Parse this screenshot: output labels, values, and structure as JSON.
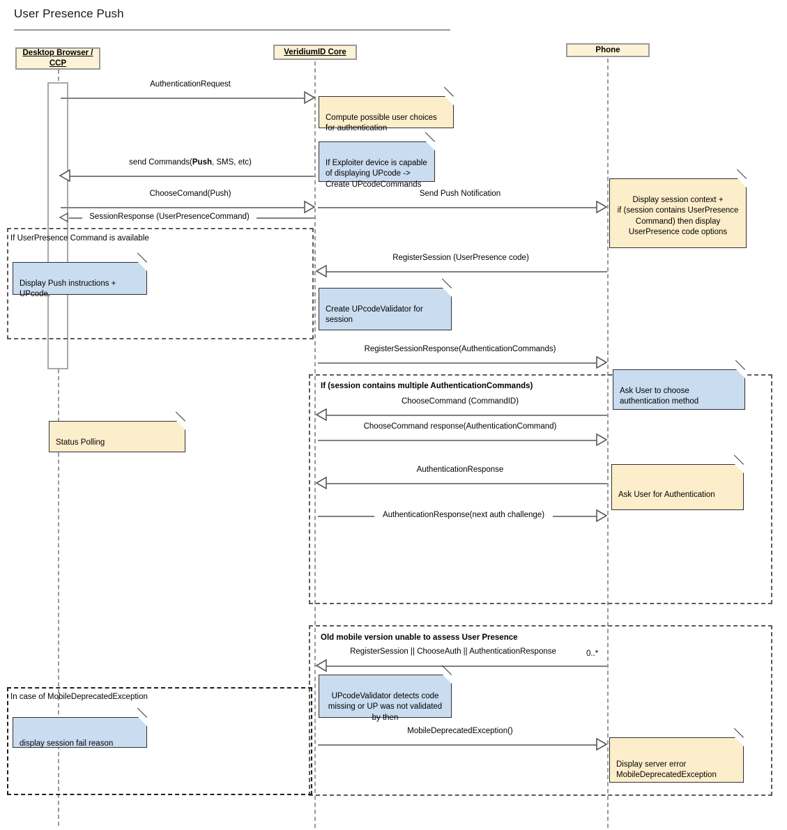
{
  "diagram": {
    "title": "User Presence Push",
    "type": "uml-sequence-diagram",
    "colors": {
      "note_yellow": "#fdeecb",
      "note_blue": "#cadcef",
      "participant_fill": "#fdf2d6",
      "line_gray": "#808080",
      "lifeline_gray": "#9a9a9a"
    }
  },
  "participants": [
    {
      "id": "browser",
      "label": "Desktop Browser /\nCCP",
      "underlined": true
    },
    {
      "id": "core",
      "label": "VeridiumID Core",
      "underlined": true
    },
    {
      "id": "phone",
      "label": "Phone",
      "underlined": false
    }
  ],
  "messages": [
    {
      "id": "m1",
      "label": "AuthenticationRequest",
      "from": "browser",
      "to": "core",
      "direction": "right"
    },
    {
      "id": "m2",
      "label_parts": [
        "send Commands(",
        "Push",
        ", SMS, etc)"
      ],
      "label": "send Commands(Push, SMS, etc)",
      "from": "core",
      "to": "browser",
      "direction": "left"
    },
    {
      "id": "m3",
      "label": "ChooseComand(Push)",
      "from": "browser",
      "to": "core",
      "direction": "right"
    },
    {
      "id": "m4",
      "label": "Send Push Notification",
      "from": "core",
      "to": "phone",
      "direction": "right"
    },
    {
      "id": "m5",
      "label": "SessionResponse (UserPresenceCommand)",
      "from": "core",
      "to": "browser",
      "direction": "left"
    },
    {
      "id": "m6",
      "label": "RegisterSession (UserPresence code)",
      "from": "phone",
      "to": "core",
      "direction": "left"
    },
    {
      "id": "m7",
      "label": "RegisterSessionResponse(AuthenticationCommands)",
      "from": "core",
      "to": "phone",
      "direction": "right"
    },
    {
      "id": "m8",
      "label": "ChooseCommand (CommandID)",
      "from": "phone",
      "to": "core",
      "direction": "left"
    },
    {
      "id": "m9",
      "label": "ChooseCommand response(AuthenticationCommand)",
      "from": "core",
      "to": "phone",
      "direction": "right"
    },
    {
      "id": "m10",
      "label": "AuthenticationResponse",
      "from": "phone",
      "to": "core",
      "direction": "left"
    },
    {
      "id": "m11",
      "label": "AuthenticationResponse(next auth challenge)",
      "from": "core",
      "to": "phone",
      "direction": "right",
      "inline": true
    },
    {
      "id": "m12",
      "label": "RegisterSession || ChooseAuth || AuthenticationResponse",
      "from": "phone",
      "to": "core",
      "direction": "left",
      "multiplicity": "0..*"
    },
    {
      "id": "m13",
      "label": "MobileDeprecatedException()",
      "from": "core",
      "to": "phone",
      "direction": "right"
    }
  ],
  "notes": [
    {
      "id": "n1",
      "color": "yellow",
      "align": "left",
      "text": "Compute possible user choices\nfor authentication"
    },
    {
      "id": "n2",
      "color": "blue",
      "align": "left",
      "text": "If Exploiter device is capable\nof displaying UPcode ->\nCreate UPcodeCommands"
    },
    {
      "id": "n3",
      "color": "yellow",
      "align": "center",
      "text": "Display session context +\nif (session contains UserPresence\nCommand) then display\nUserPresence code options"
    },
    {
      "id": "n4",
      "color": "blue",
      "align": "left",
      "text": "Display Push instructions +\nUPcode."
    },
    {
      "id": "n5",
      "color": "blue",
      "align": "left",
      "text": "Create UPcodeValidator for\nsession"
    },
    {
      "id": "n6",
      "color": "blue",
      "align": "left",
      "text": "Ask User to choose\nauthentication method"
    },
    {
      "id": "n7",
      "color": "yellow",
      "align": "left",
      "text": "Status Polling"
    },
    {
      "id": "n8",
      "color": "yellow",
      "align": "left",
      "text": "Ask User for Authentication"
    },
    {
      "id": "n9",
      "color": "blue",
      "align": "center",
      "text": "UPcodeValidator detects code\nmissing or UP was not validated\nby then"
    },
    {
      "id": "n10",
      "color": "blue",
      "align": "left",
      "text": "display session fail reason"
    },
    {
      "id": "n11",
      "color": "yellow",
      "align": "left",
      "text": "Display server error\nMobileDeprecatedException"
    }
  ],
  "fragments": [
    {
      "id": "f1",
      "label": "If UserPresence Command is available",
      "bold": false
    },
    {
      "id": "f2",
      "label": "If (session contains multiple AuthenticationCommands)",
      "bold": true
    },
    {
      "id": "f3",
      "label": "Old mobile version unable to assess User Presence",
      "bold": true
    },
    {
      "id": "f4",
      "label": "In case of MobileDeprecatedException",
      "bold": false
    }
  ]
}
